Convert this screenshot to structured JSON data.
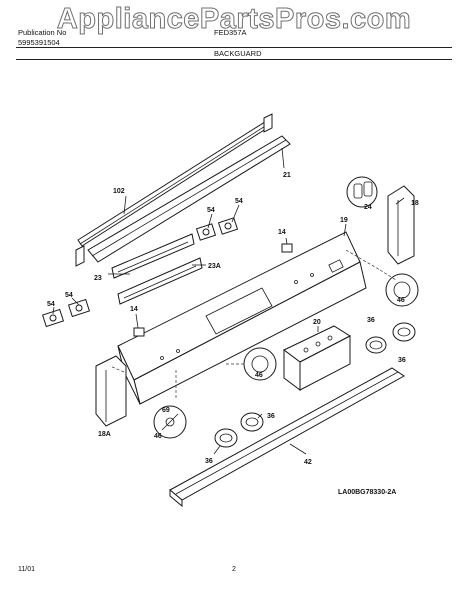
{
  "watermark": "AppliancePartsPros.com",
  "header": {
    "publication_label": "Publication No",
    "publication_number": "5995391504",
    "model": "FED357A",
    "section_title": "BACKGUARD"
  },
  "callouts": [
    "102",
    "21",
    "54",
    "54",
    "14",
    "19",
    "24",
    "18",
    "23",
    "23A",
    "54",
    "54",
    "14",
    "20",
    "36",
    "46",
    "46",
    "36",
    "46",
    "69",
    "36",
    "36",
    "18A",
    "42"
  ],
  "diagram_id": "LA00BG78330-2A",
  "footer": {
    "date": "11/01",
    "page": "2"
  }
}
